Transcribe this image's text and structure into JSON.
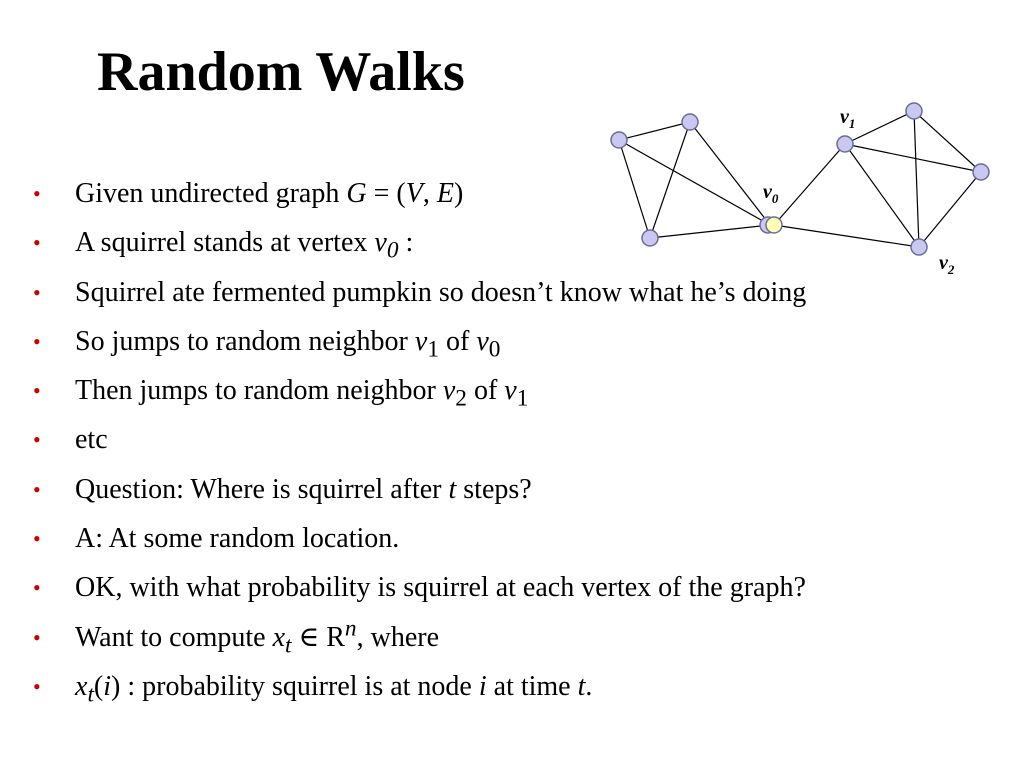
{
  "slide": {
    "title": "Random Walks",
    "graph_labels": {
      "v0": {
        "base": "v",
        "sub": "0"
      },
      "v1": {
        "base": "v",
        "sub": "1"
      },
      "v2": {
        "base": "v",
        "sub": "2"
      }
    },
    "colors": {
      "bullet": "#cc0000",
      "node_fill": "#c8c8f0",
      "node_highlight": "#ffffb4",
      "node_stroke": "#6b6b9a"
    },
    "bullets": [
      {
        "parts": [
          {
            "t": "Given undirected graph "
          },
          {
            "t": "G",
            "i": true
          },
          {
            "t": " = ("
          },
          {
            "t": "V",
            "i": true
          },
          {
            "t": ", "
          },
          {
            "t": "E",
            "i": true
          },
          {
            "t": ")"
          }
        ]
      },
      {
        "parts": [
          {
            "t": "A squirrel stands at vertex "
          },
          {
            "t": "v",
            "i": true
          },
          {
            "t": "0",
            "sub": true,
            "i": true
          },
          {
            "t": " :"
          }
        ]
      },
      {
        "parts": [
          {
            "t": "Squirrel ate fermented pumpkin so doesn’t know what he’s doing"
          }
        ]
      },
      {
        "parts": [
          {
            "t": "So jumps to random neighbor "
          },
          {
            "t": "v",
            "i": true
          },
          {
            "t": "1",
            "sub": true
          },
          {
            "t": " of "
          },
          {
            "t": "v",
            "i": true
          },
          {
            "t": "0",
            "sub": true
          }
        ]
      },
      {
        "parts": [
          {
            "t": "Then jumps to random neighbor "
          },
          {
            "t": "v",
            "i": true
          },
          {
            "t": "2",
            "sub": true
          },
          {
            "t": " of "
          },
          {
            "t": "v",
            "i": true
          },
          {
            "t": "1",
            "sub": true
          }
        ]
      },
      {
        "parts": [
          {
            "t": "etc"
          }
        ]
      },
      {
        "parts": [
          {
            "t": "Question: Where is squirrel after "
          },
          {
            "t": "t",
            "i": true
          },
          {
            "t": " steps?"
          }
        ]
      },
      {
        "parts": [
          {
            "t": "A: At some random location."
          }
        ]
      },
      {
        "parts": [
          {
            "t": "OK, with what probability is squirrel at each vertex of the graph?"
          }
        ]
      },
      {
        "parts": [
          {
            "t": "Want to compute "
          },
          {
            "t": "x",
            "i": true
          },
          {
            "t": "t",
            "sub": true,
            "i": true
          },
          {
            "t": " ∈ R"
          },
          {
            "t": "n",
            "sup": true,
            "i": true
          },
          {
            "t": ", where"
          }
        ]
      },
      {
        "parts": [
          {
            "t": "x",
            "i": true
          },
          {
            "t": "t",
            "sub": true,
            "i": true
          },
          {
            "t": "("
          },
          {
            "t": "i",
            "i": true
          },
          {
            "t": ") : probability squirrel is at node "
          },
          {
            "t": "i",
            "i": true
          },
          {
            "t": " at time "
          },
          {
            "t": "t",
            "i": true
          },
          {
            "t": "."
          }
        ]
      }
    ],
    "bullet_symbol": "•"
  }
}
